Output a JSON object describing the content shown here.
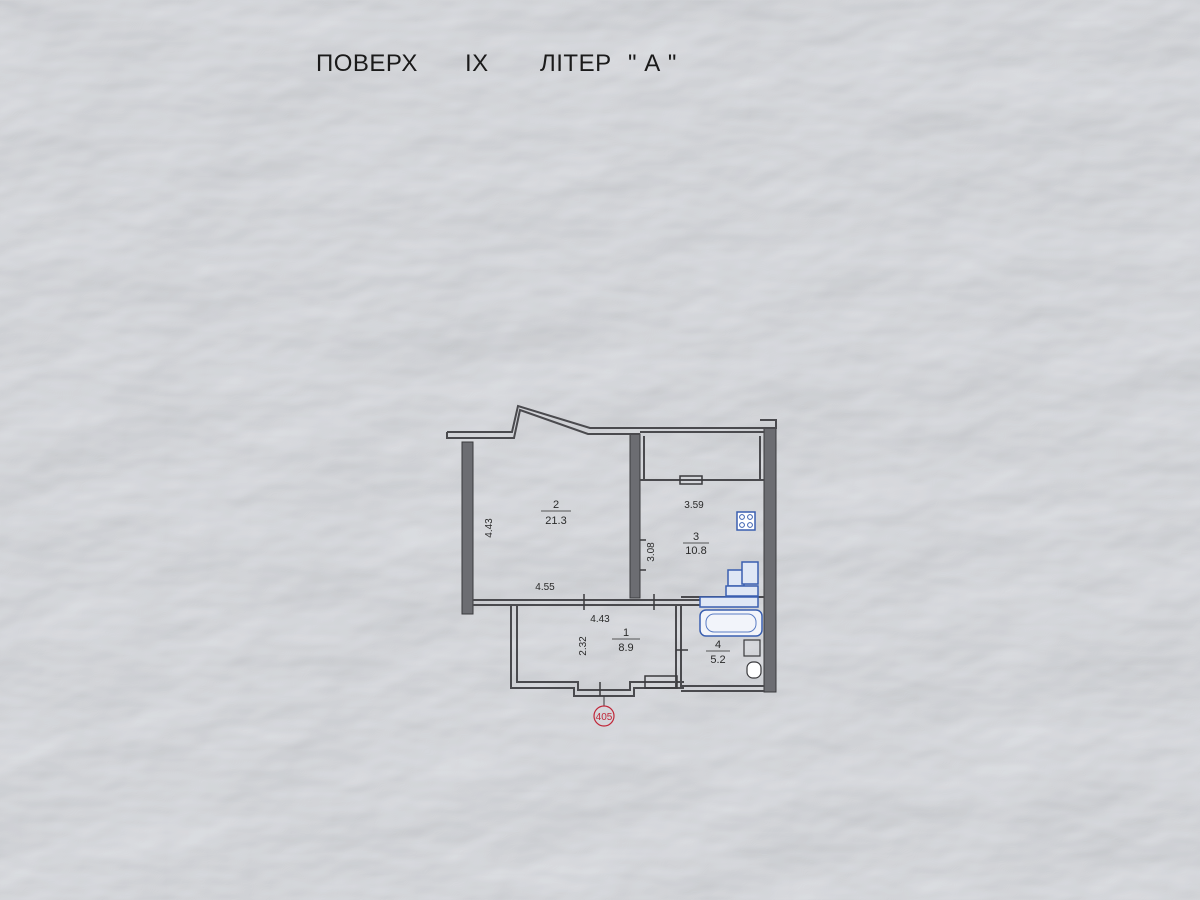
{
  "heading": {
    "floor_word": "ПОВЕРХ",
    "floor_number": "IX",
    "letter_word": "ЛІТЕР",
    "letter_value": "\" А \""
  },
  "rooms": [
    {
      "number": "2",
      "area": "21.3"
    },
    {
      "number": "3",
      "area": "10.8"
    },
    {
      "number": "1",
      "area": "8.9"
    },
    {
      "number": "4",
      "area": "5.2"
    }
  ],
  "dimensions": {
    "room2_height": "4.43",
    "room2_width": "4.55",
    "room3_width": "3.59",
    "room3_height": "3.08",
    "room1_width": "4.43",
    "room1_height": "2.32"
  },
  "stamp": {
    "number": "405"
  },
  "colors": {
    "wall": "#5f5f63",
    "wall_fill": "#8a8b90",
    "line": "#3a3a3d",
    "fixture": "#3a5fb0",
    "stamp": "#c0283a",
    "paper": "#dfe2e8"
  }
}
